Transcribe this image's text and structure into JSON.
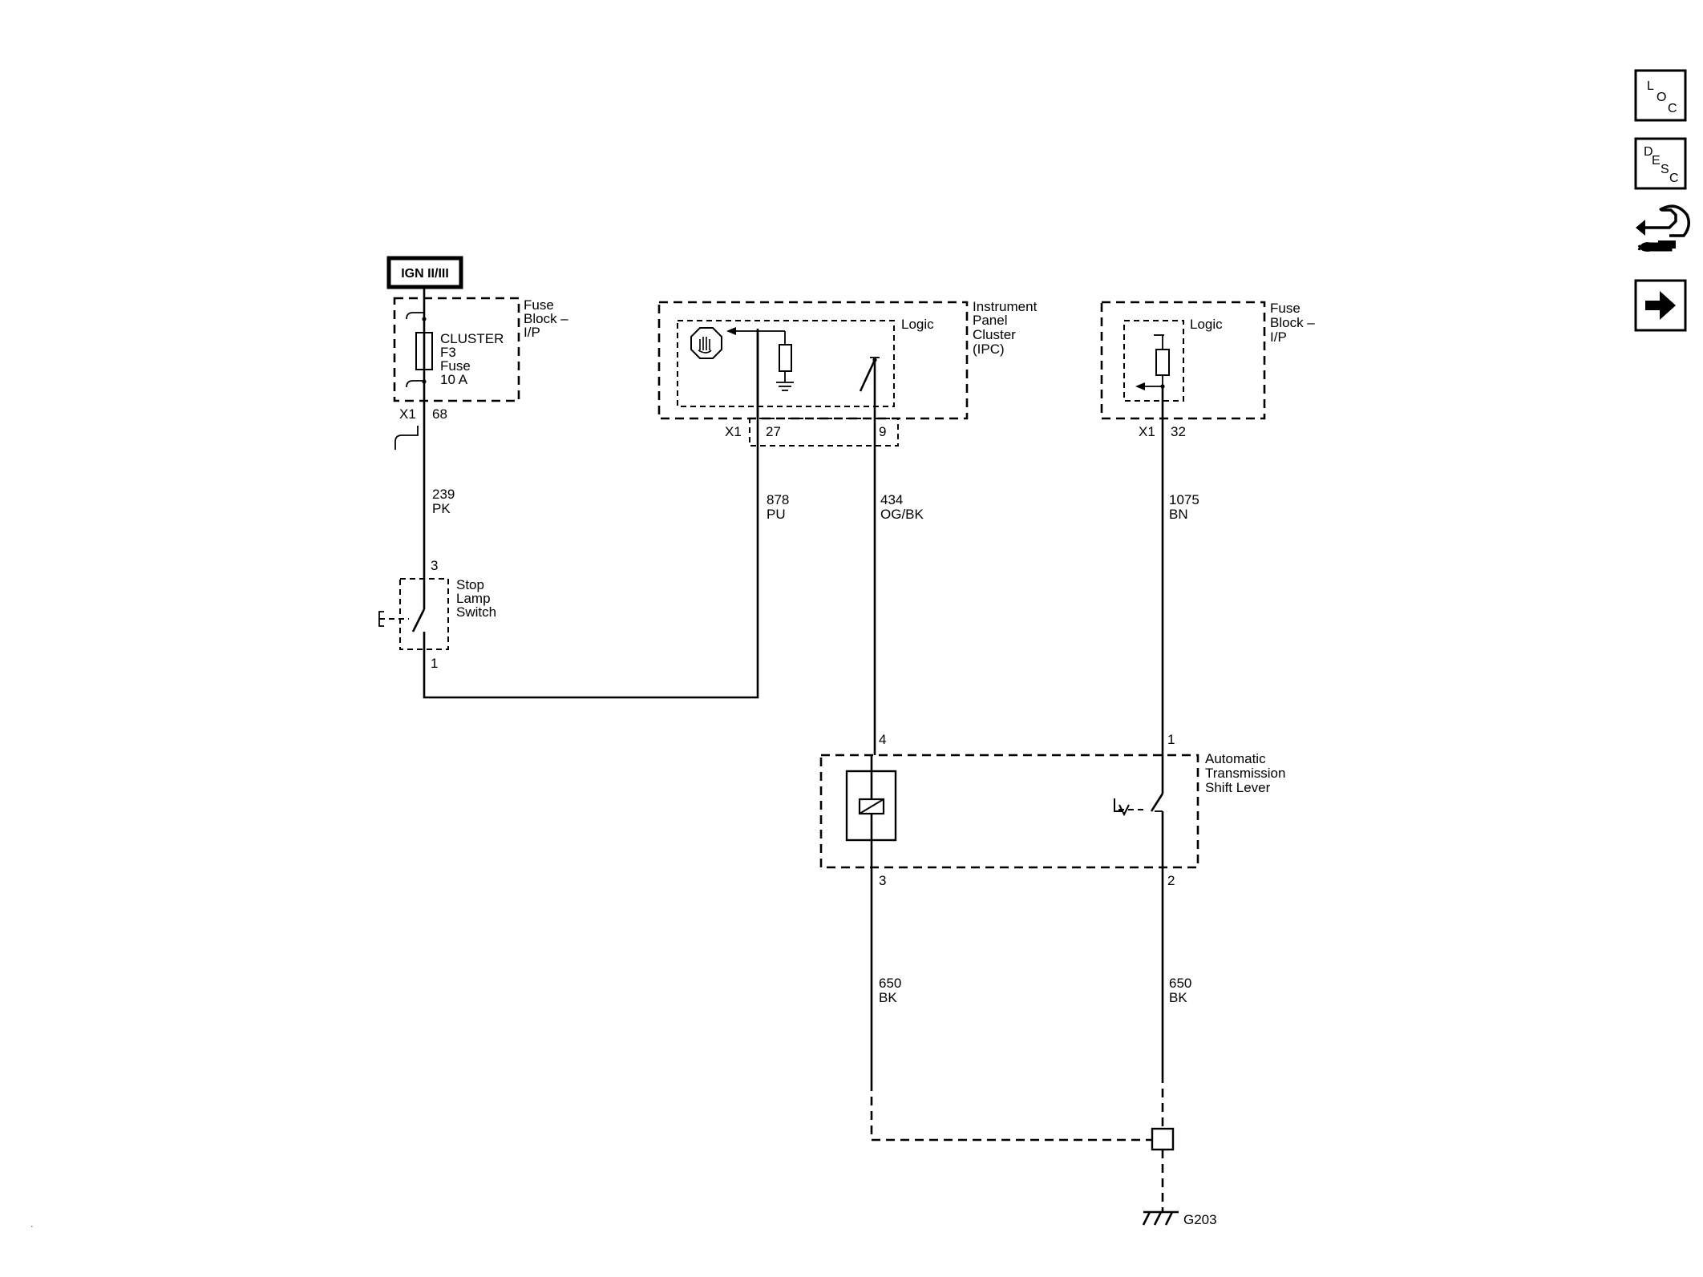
{
  "ign_label": "IGN II/III",
  "fuse_block_left": {
    "line1": "Fuse",
    "line2": "Block –",
    "line3": "I/P"
  },
  "fuse": {
    "name": "CLUSTER",
    "id": "F3",
    "type": "Fuse",
    "rating": "10 A"
  },
  "conn_x1_68": {
    "conn": "X1",
    "pin": "68"
  },
  "wire_239": {
    "circuit": "239",
    "color": "PK"
  },
  "stop_lamp_switch": {
    "line1": "Stop",
    "line2": "Lamp",
    "line3": "Switch",
    "pin_top": "3",
    "pin_bottom": "1"
  },
  "ipc": {
    "line1": "Instrument",
    "line2": "Panel",
    "line3": "Cluster",
    "line4": "(IPC)",
    "logic": "Logic",
    "conn": "X1",
    "pin_a": "27",
    "pin_b": "9"
  },
  "wire_878": {
    "circuit": "878",
    "color": "PU"
  },
  "wire_434": {
    "circuit": "434",
    "color": "OG/BK"
  },
  "fuse_block_right": {
    "line1": "Fuse",
    "line2": "Block –",
    "line3": "I/P",
    "logic": "Logic",
    "conn": "X1",
    "pin": "32"
  },
  "wire_1075": {
    "circuit": "1075",
    "color": "BN"
  },
  "shift_lever": {
    "line1": "Automatic",
    "line2": "Transmission",
    "line3": "Shift Lever",
    "pin_tl": "4",
    "pin_tr": "1",
    "pin_bl": "3",
    "pin_br": "2"
  },
  "wire_650_left": {
    "circuit": "650",
    "color": "BK"
  },
  "wire_650_right": {
    "circuit": "650",
    "color": "BK"
  },
  "ground": {
    "id": "G203"
  },
  "sidebar": {
    "loc": {
      "l": "L",
      "o": "O",
      "c": "C"
    },
    "desc": {
      "d": "D",
      "e": "E",
      "s": "S",
      "c": "C"
    }
  }
}
